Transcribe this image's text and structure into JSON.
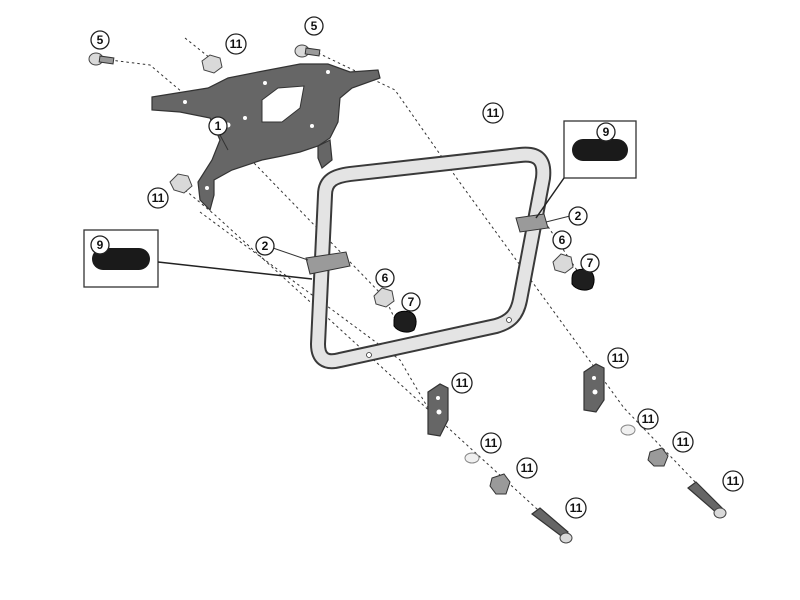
{
  "diagram": {
    "labels": {
      "c1": "1",
      "c2a": "2",
      "c2b": "2",
      "c5a": "5",
      "c5b": "5",
      "c6a": "6",
      "c6b": "6",
      "c7a": "7",
      "c7b": "7",
      "c9a": "9",
      "c9b": "9",
      "c11a": "11",
      "c11b": "11",
      "c11c": "11",
      "c11d": "11",
      "c11e": "11",
      "c11f": "11",
      "c11g": "11",
      "c11h": "11",
      "c11i": "11",
      "c11j": "11",
      "c11k": "11"
    }
  }
}
